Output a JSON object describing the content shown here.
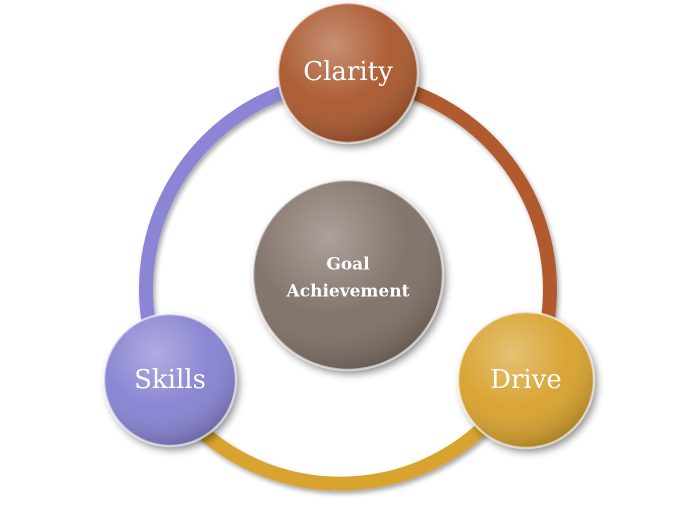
{
  "diagram": {
    "center": {
      "line1": "Goal",
      "line2": "Achievement",
      "color": "#7e6e65"
    },
    "nodes": [
      {
        "id": "clarity",
        "label": "Clarity",
        "color": "#a9552c"
      },
      {
        "id": "drive",
        "label": "Drive",
        "color": "#d7a02b"
      },
      {
        "id": "skills",
        "label": "Skills",
        "color": "#8580d0"
      }
    ],
    "ring_colors": {
      "clarity_to_drive": "#b15a2e",
      "drive_to_skills": "#d8a32f",
      "skills_to_clarity": "#8c85d6"
    }
  }
}
